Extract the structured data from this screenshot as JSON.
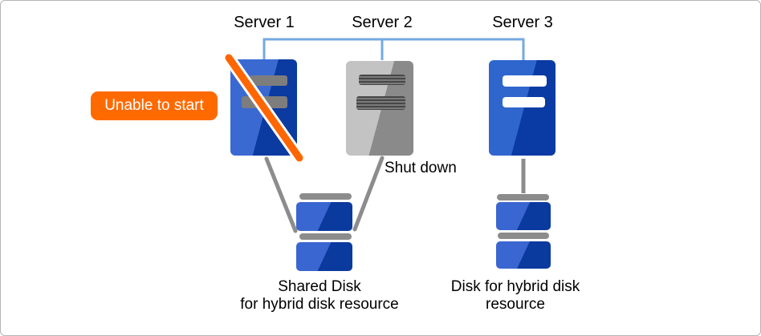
{
  "colors": {
    "server_blue_light": "#3a69d2",
    "server_blue_dark": "#0b3aa0",
    "server_gray_light": "#c3c3c3",
    "server_gray_dark": "#8a8a8a",
    "disk_blue_light": "#3a66d1",
    "disk_blue_dark": "#0b3a9e",
    "interconnect_blue": "#74a9e0",
    "link_gray": "#8c8c8c",
    "alert_orange": "#ff6a00",
    "text_color": "#000000"
  },
  "servers": [
    {
      "label": "Server 1"
    },
    {
      "label": "Server 2"
    },
    {
      "label": "Server 3"
    }
  ],
  "badge": {
    "label": "Unable to start"
  },
  "annotations": {
    "shut_down": "Shut down"
  },
  "disks": [
    {
      "caption_line1": "Shared Disk",
      "caption_line2": "for hybrid disk resource"
    },
    {
      "caption_line1": "Disk for hybrid disk",
      "caption_line2": "resource"
    }
  ]
}
